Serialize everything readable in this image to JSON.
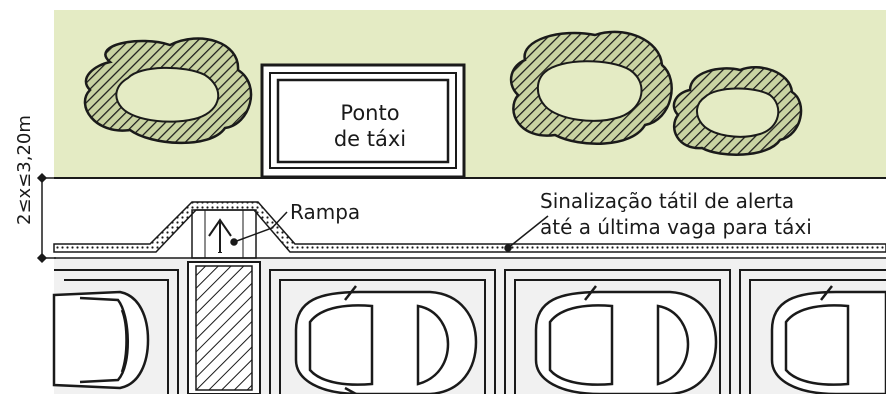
{
  "labels": {
    "taxi_stand_line1": "Ponto",
    "taxi_stand_line2": "de táxi",
    "ramp": "Rampa",
    "tactile_line1": "Sinalização tátil de alerta",
    "tactile_line2": "até a última vaga para táxi",
    "dimension": "2≤x≤3,20m"
  },
  "colors": {
    "grass": "#e4ebc4",
    "road": "#f1f1f1",
    "sidewalk": "#ffffff",
    "ink": "#1a1a1a",
    "tree_fill": "#c9d3a2"
  }
}
